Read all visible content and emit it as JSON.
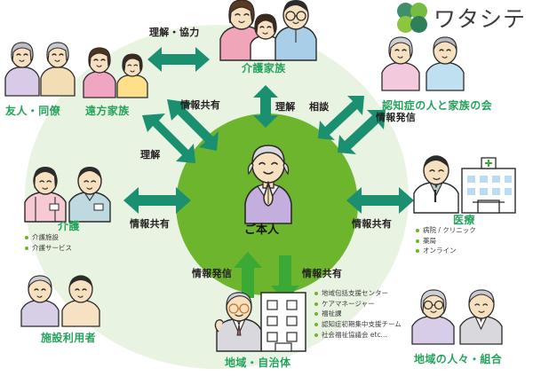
{
  "brand": {
    "logo_text": "ワタシテ",
    "logo_icon": "four-circle-clover-icon",
    "colors": {
      "core_green": "#6cb52d",
      "pale_green": "#e9f3e2",
      "arrow_teal": "#1a9070",
      "label_green": "#25a35c",
      "text_dark": "#231f20"
    }
  },
  "center": {
    "label": "ご本人",
    "icon": "elderly-woman-praying-icon"
  },
  "nodes": {
    "caregiving_family": {
      "label": "介護家族",
      "icon": "family-three-people-icon"
    },
    "friends_colleagues": {
      "label": "友人・同僚",
      "icon": "friends-group-icon"
    },
    "distant_family": {
      "label": "遠方家族",
      "icon": "distant-family-icon"
    },
    "dementia_association": {
      "label": "認知症の人と家族の会",
      "icon": "elderly-couple-icon"
    },
    "medical": {
      "label": "医療",
      "icon": "doctor-and-hospital-icon",
      "items": [
        "病院 / クリニック",
        "薬局",
        "オンライン"
      ]
    },
    "care": {
      "label": "介護",
      "icon": "caregiver-staff-icon",
      "items": [
        "介護施設",
        "介護サービス"
      ]
    },
    "facility_users": {
      "label": "施設利用者",
      "icon": "facility-users-icon"
    },
    "local_government": {
      "label": "地域・自治体",
      "icon": "official-and-building-icon",
      "items": [
        "地域包括支援センター",
        "ケアマネージャー",
        "福祉課",
        "認知症初期集中支援チーム",
        "社会福祉協議会 etc..."
      ]
    },
    "local_people": {
      "label": "地域の人々・組合",
      "icon": "local-residents-icon"
    }
  },
  "arrows": {
    "understanding_cooperation": "理解・協力",
    "info_sharing_upper_left": "情報共有",
    "understanding_left": "理解",
    "understanding_top": "理解",
    "consultation": "相談",
    "info_dissemination_right": "情報発信",
    "info_sharing_left": "情報共有",
    "info_sharing_right": "情報共有",
    "info_dissemination_bottom": "情報発信",
    "info_sharing_bottom": "情報共有"
  }
}
